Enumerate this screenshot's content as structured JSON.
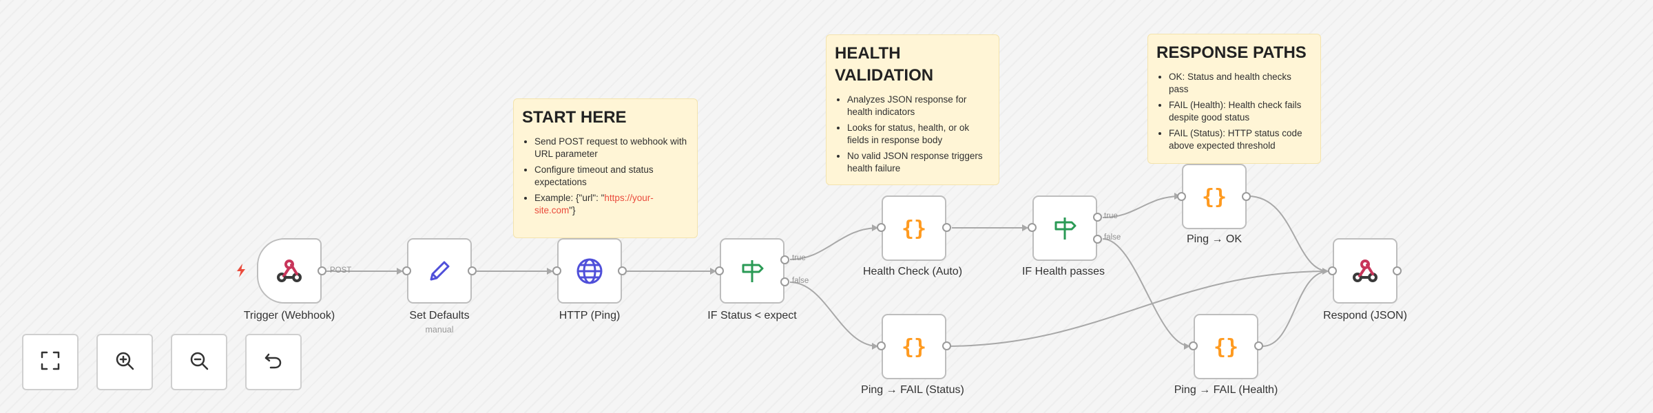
{
  "notes": {
    "start": {
      "title": "START HERE",
      "items": [
        "Send POST request to webhook with URL parameter",
        "Configure timeout and status expectations"
      ],
      "example_prefix": "Example: {\"url\": \"",
      "example_url": "https://your-site.com",
      "example_suffix": "\"}"
    },
    "health": {
      "title": "HEALTH VALIDATION",
      "items": [
        "Analyzes JSON response for health indicators",
        "Looks for status, health, or ok fields in response body",
        "No valid JSON response triggers health failure"
      ]
    },
    "response": {
      "title": "RESPONSE PATHS",
      "items": [
        "OK: Status and health checks pass",
        "FAIL (Health): Health check fails despite good status",
        "FAIL (Status): HTTP status code above expected threshold"
      ]
    }
  },
  "nodes": {
    "trigger": {
      "label": "Trigger (Webhook)",
      "icon": "webhook-icon"
    },
    "set_defaults": {
      "label": "Set Defaults",
      "sublabel": "manual",
      "icon": "pencil-icon"
    },
    "http": {
      "label": "HTTP (Ping)",
      "icon": "globe-icon"
    },
    "if_status": {
      "label": "IF Status < expect",
      "icon": "signpost-icon"
    },
    "health_check": {
      "label": "Health Check (Auto)",
      "icon": "code-braces-icon"
    },
    "if_health": {
      "label": "IF Health passes",
      "icon": "signpost-icon"
    },
    "ping_ok": {
      "label": "Ping → OK",
      "icon": "code-braces-icon"
    },
    "ping_fail_status": {
      "label": "Ping → FAIL (Status)",
      "icon": "code-braces-icon"
    },
    "ping_fail_health": {
      "label": "Ping → FAIL (Health)",
      "icon": "code-braces-icon"
    },
    "respond": {
      "label": "Respond (JSON)",
      "icon": "webhook-icon"
    }
  },
  "port_labels": {
    "post": "POST",
    "true": "true",
    "false": "false"
  },
  "controls": [
    {
      "name": "fit-view",
      "icon": "fullscreen-icon"
    },
    {
      "name": "zoom-in",
      "icon": "zoom-in-icon"
    },
    {
      "name": "zoom-out",
      "icon": "zoom-out-icon"
    },
    {
      "name": "reset",
      "icon": "undo-icon"
    }
  ],
  "colors": {
    "note_bg": "#fff5d6",
    "accent_orange": "#ff9a1f",
    "accent_blue": "#4f4fd9",
    "accent_green": "#2a9a55",
    "webhook_red": "#c8355a",
    "link_red": "#ea4b3c"
  }
}
